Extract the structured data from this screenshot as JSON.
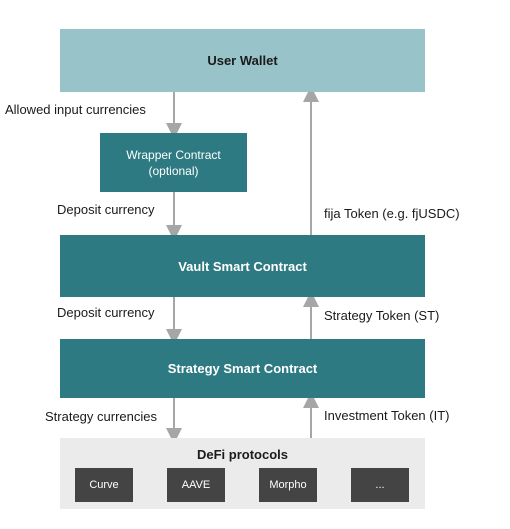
{
  "nodes": {
    "user_wallet": "User Wallet",
    "wrapper_contract_line1": "Wrapper Contract",
    "wrapper_contract_line2": "(optional)",
    "vault_contract": "Vault Smart Contract",
    "strategy_contract": "Strategy Smart Contract",
    "defi_protocols": "DeFi protocols"
  },
  "protocols": [
    "Curve",
    "AAVE",
    "Morpho",
    "..."
  ],
  "edge_labels": {
    "allowed_input": "Allowed input currencies",
    "deposit_currency_1": "Deposit currency",
    "fija_token": "fija Token (e.g. fjUSDC)",
    "deposit_currency_2": "Deposit currency",
    "strategy_token": "Strategy Token (ST)",
    "strategy_currencies": "Strategy currencies",
    "investment_token": "Investment Token (IT)"
  },
  "colors": {
    "wallet": "#97c3c9",
    "contract": "#2d7a82",
    "defi_bg": "#ebebeb",
    "protocol": "#444444",
    "arrow": "#a6a6a6"
  }
}
